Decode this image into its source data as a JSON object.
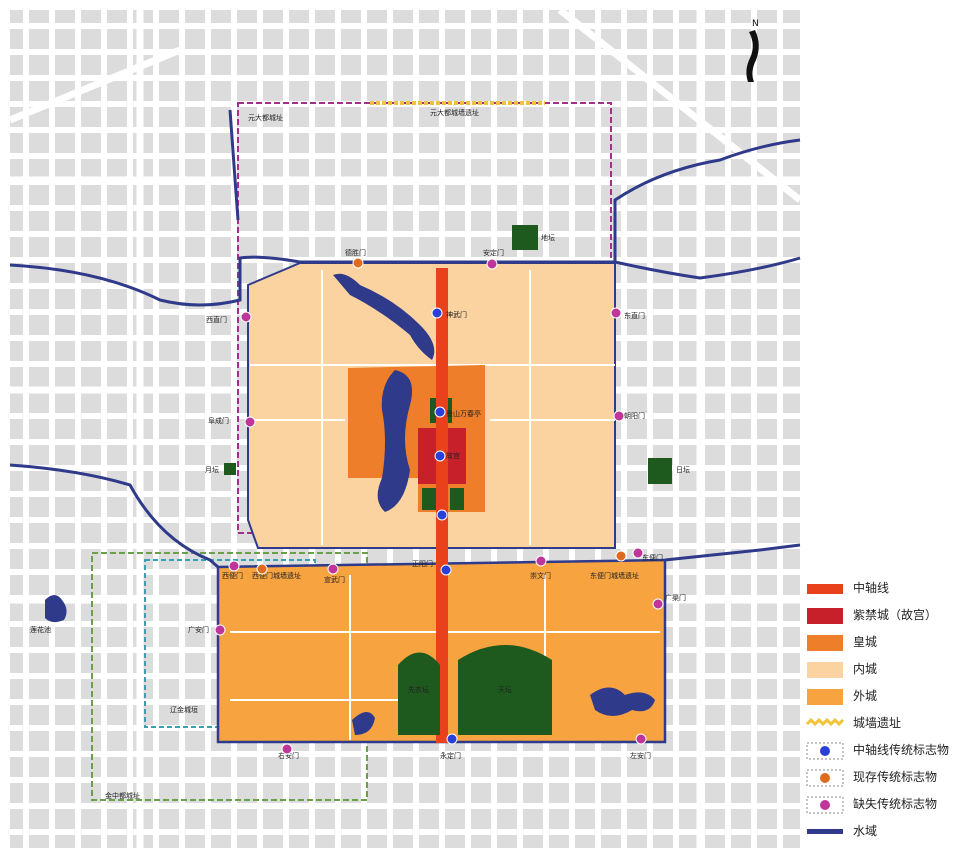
{
  "map": {
    "north_symbol": "N",
    "labels": {
      "dadu_city_site": "元大都城址",
      "dadu_wall_site": "元大都城墙遗址",
      "deshengmen": "德胜门",
      "andingmen": "安定门",
      "ditan": "地坛",
      "xizhimen": "西直门",
      "dongzhimen": "东直门",
      "fuchengmen": "阜成门",
      "chaoyangmen": "朝阳门",
      "shenwumen": "神武门",
      "jingshan": "景山万春亭",
      "forbidden_city": "故宫",
      "yuetan": "月坛",
      "ritan": "日坛",
      "xibianmen": "西便门",
      "xibianmen_ruins": "西便门城墙遗址",
      "xuanwumen": "宣武门",
      "zhengyangmen": "正阳门",
      "chongwenmen": "崇文门",
      "dongbianmen": "东便门",
      "dongbianmen_ruins": "东便门城墙遗址",
      "guanganmen": "广安门",
      "guangqumen": "广渠门",
      "temple_of_heaven": "天坛",
      "xiannongtan": "先农坛",
      "lianhuachi": "莲花池",
      "jin_zhongdu": "金中都城址",
      "jin_palace_ruins": "辽金城垣",
      "youanmen": "右安门",
      "yongdingmen": "永定门",
      "zuoanmen": "左安门"
    }
  },
  "legend": {
    "items": [
      {
        "key": "axis",
        "label": "中轴线",
        "swatch": "axis"
      },
      {
        "key": "forbidden_city",
        "label": "紫禁城（故宫）",
        "swatch": "forbidden"
      },
      {
        "key": "imperial_city",
        "label": "皇城",
        "swatch": "imperial"
      },
      {
        "key": "inner_city",
        "label": "内城",
        "swatch": "inner"
      },
      {
        "key": "outer_city",
        "label": "外城",
        "swatch": "outer"
      },
      {
        "key": "wall_ruins",
        "label": "城墙遗址",
        "swatch": "wall"
      },
      {
        "key": "axis_landmark",
        "label": "中轴线传统标志物",
        "swatch": "dot-blue"
      },
      {
        "key": "existing_landmark",
        "label": "现存传统标志物",
        "swatch": "dot-orange"
      },
      {
        "key": "missing_landmark",
        "label": "缺失传统标志物",
        "swatch": "dot-purple"
      },
      {
        "key": "water",
        "label": "水域",
        "swatch": "water"
      }
    ]
  },
  "colors": {
    "axis": "#e8411c",
    "forbidden": "#c8202a",
    "imperial": "#ee7e2a",
    "inner": "#fbd3a0",
    "outer": "#f7a440",
    "wall": "#f2c23a",
    "green": "#1e5a1e",
    "water": "#2f3a8a",
    "road": "#ffffff",
    "block": "#dcdcdc",
    "dot_blue": "#2a3fd8",
    "dot_orange": "#e06a1e",
    "dot_purple": "#c0359a"
  }
}
